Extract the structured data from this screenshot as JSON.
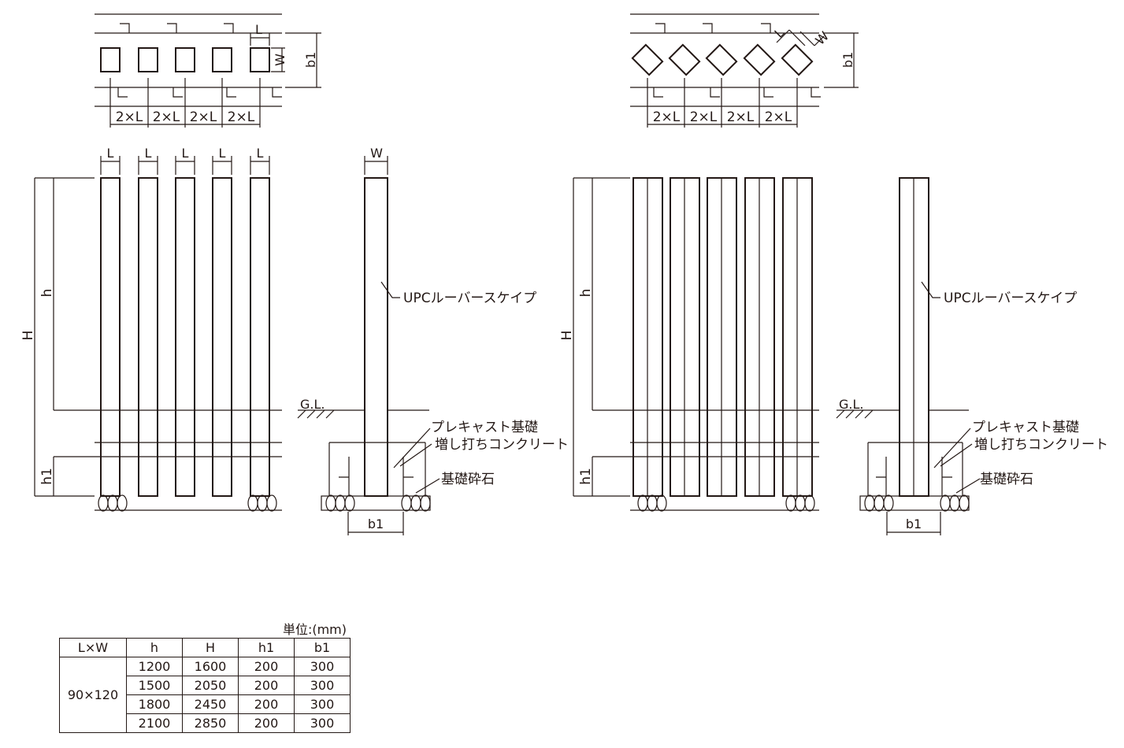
{
  "labels": {
    "L": "L",
    "W": "W",
    "b1": "b1",
    "h": "h",
    "H": "H",
    "h1": "h1",
    "two_L": "2×L",
    "GL": "G.L.",
    "louver": "UPCルーバースケイプ",
    "precast": "プレキャスト基礎",
    "concrete": "増し打ちコンクリート",
    "gravel": "基礎砕石"
  },
  "table": {
    "unit": "単位:(mm)",
    "headers": [
      "L×W",
      "h",
      "H",
      "h1",
      "b1"
    ],
    "size": "90×120",
    "rows": [
      [
        "1200",
        "1600",
        "200",
        "300"
      ],
      [
        "1500",
        "2050",
        "200",
        "300"
      ],
      [
        "1800",
        "2450",
        "200",
        "300"
      ],
      [
        "2100",
        "2850",
        "200",
        "300"
      ]
    ]
  },
  "colors": {
    "line": "#231815",
    "background": "#ffffff"
  }
}
